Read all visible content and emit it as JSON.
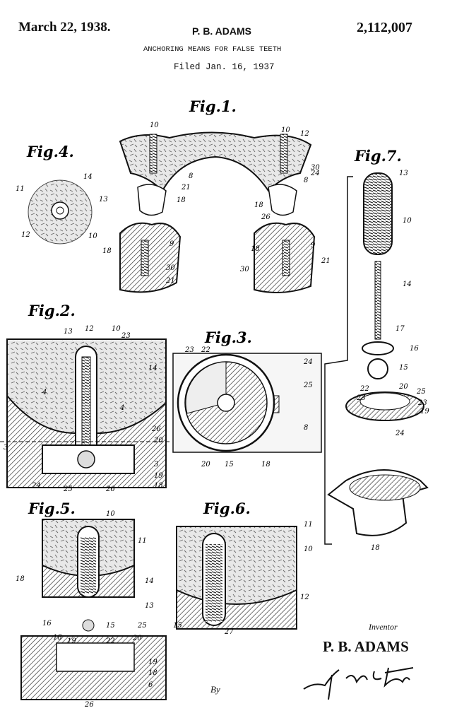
{
  "header": {
    "date": "March 22, 1938.",
    "inventor": "P. B. ADAMS",
    "patent_number": "2,112,007",
    "title": "ANCHORING MEANS FOR FALSE TEETH",
    "filed": "Filed Jan. 16, 1937"
  },
  "figures": {
    "fig1": {
      "label": "Fig.1.",
      "refs": [
        "10",
        "10",
        "12",
        "8",
        "21",
        "18",
        "30",
        "24",
        "8",
        "18",
        "26",
        "9",
        "18",
        "30",
        "21",
        "18",
        "9",
        "30",
        "21"
      ]
    },
    "fig2": {
      "label": "Fig.2.",
      "refs": [
        "13",
        "12",
        "10",
        "23",
        "14",
        "4",
        "4",
        "26",
        "20",
        "3",
        "3",
        "19",
        "18",
        "24",
        "25",
        "26"
      ]
    },
    "fig3": {
      "label": "Fig.3.",
      "refs": [
        "23",
        "22",
        "24",
        "25",
        "8",
        "20",
        "15",
        "18"
      ]
    },
    "fig4": {
      "label": "Fig.4.",
      "refs": [
        "14",
        "11",
        "13",
        "12",
        "10"
      ]
    },
    "fig5": {
      "label": "Fig.5.",
      "refs": [
        "10",
        "11",
        "18",
        "14",
        "13",
        "16",
        "15",
        "25",
        "18",
        "19",
        "22",
        "20",
        "19",
        "18",
        "6",
        "26"
      ]
    },
    "fig6": {
      "label": "Fig.6.",
      "refs": [
        "11",
        "10",
        "12",
        "15",
        "27"
      ]
    },
    "fig7": {
      "label": "Fig.7.",
      "refs": [
        "13",
        "10",
        "14",
        "17",
        "16",
        "15",
        "22",
        "20",
        "25",
        "23",
        "23",
        "19",
        "24",
        "18"
      ]
    }
  },
  "footer": {
    "inventor_label": "Inventor",
    "inventor_name": "P. B. ADAMS",
    "by": "By",
    "signature": "J. Frey E. Foster"
  }
}
